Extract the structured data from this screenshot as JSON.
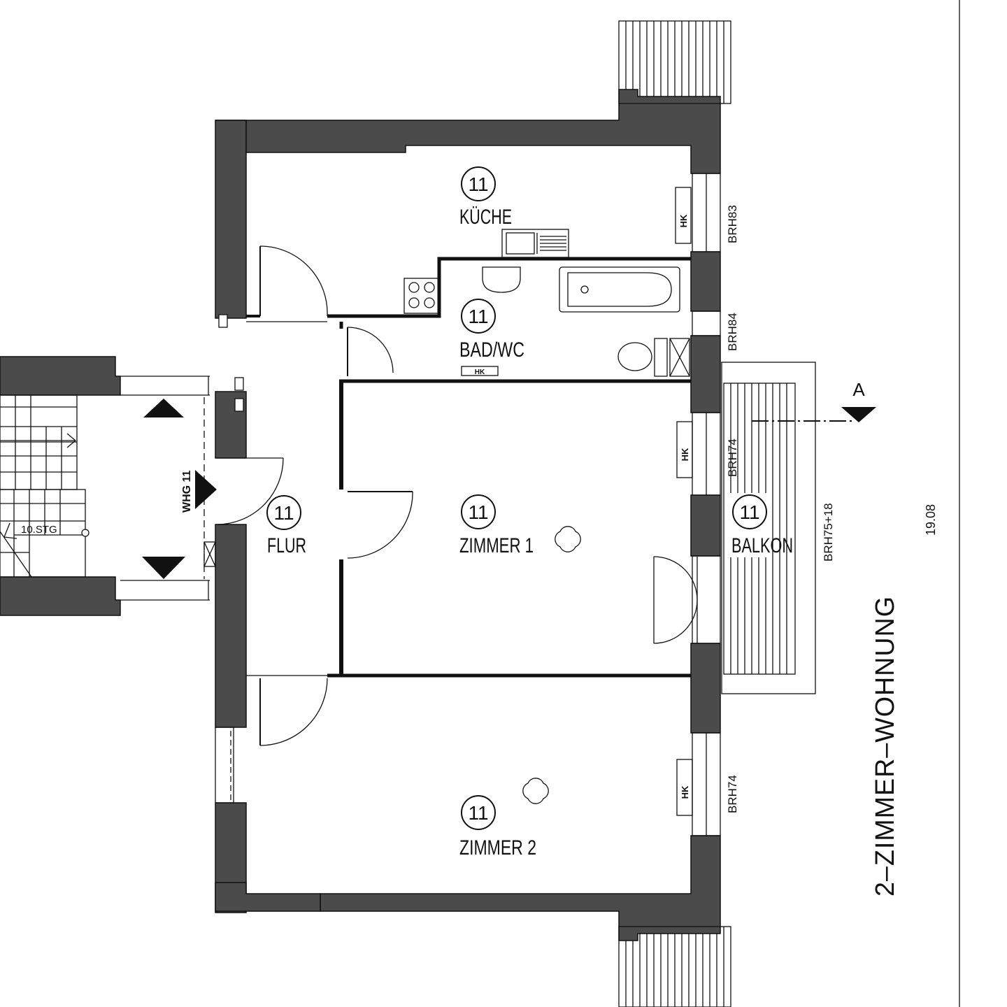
{
  "plan": {
    "title": "2–ZIMMER–WOHNUNG",
    "dimension": "19.08",
    "section_marker": "A",
    "unit_label": "WHG 11",
    "stair_label": "10.STG",
    "rooms": {
      "kueche": {
        "number": "11",
        "label": "KÜCHE"
      },
      "bad": {
        "number": "11",
        "label": "BAD/WC"
      },
      "flur": {
        "number": "11",
        "label": "FLUR"
      },
      "zimmer1": {
        "number": "11",
        "label": "ZIMMER 1"
      },
      "zimmer2": {
        "number": "11",
        "label": "ZIMMER 2"
      },
      "balkon": {
        "number": "11",
        "label": "BALKON"
      }
    },
    "window_labels": {
      "kueche": "BRH83",
      "bad": "BRH84",
      "zimmer1": "BRH74",
      "zimmer2": "BRH74",
      "balkon": "BRH75+18"
    },
    "heater_label": "HK"
  }
}
